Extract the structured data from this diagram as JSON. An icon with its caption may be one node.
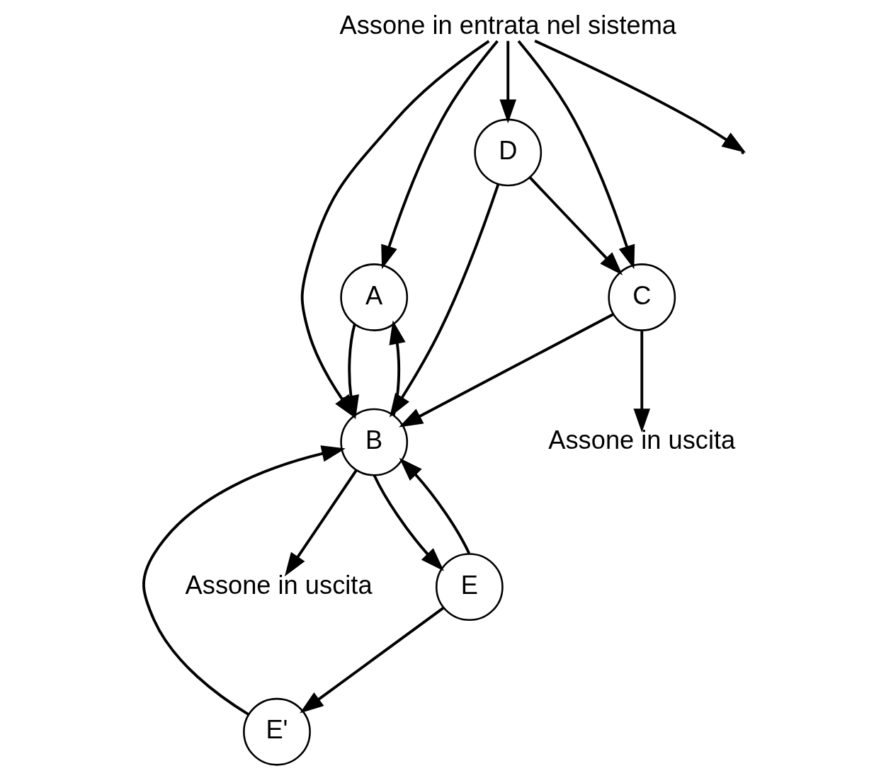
{
  "diagram": {
    "nodes": [
      {
        "text": [
          "Assone in entrata nel sistema"
        ]
      },
      {
        "text": [
          "A"
        ]
      },
      {
        "text": [
          "B"
        ]
      },
      {
        "text": [
          "E"
        ]
      },
      {
        "text": [
          "E'"
        ]
      },
      {
        "text": [
          "C"
        ]
      },
      {
        "text": [
          "D"
        ]
      },
      {
        "text": [
          "Assone in uscita"
        ]
      },
      {
        "text": [
          "Assone in uscita"
        ]
      }
    ],
    "edges": [
      {
        "from": 0,
        "to": null,
        "arrow": "to"
      },
      {
        "from": 0,
        "to": 1,
        "arrow": "to"
      },
      {
        "from": 0,
        "to": 2,
        "arrow": "to"
      },
      {
        "from": 0,
        "to": 5,
        "arrow": "to"
      },
      {
        "from": 0,
        "to": 6,
        "arrow": "to"
      },
      {
        "from": 1,
        "to": 2,
        "arrow": "to"
      },
      {
        "from": 2,
        "to": 1,
        "arrow": "to"
      },
      {
        "from": 2,
        "to": 3,
        "arrow": "to"
      },
      {
        "from": 3,
        "to": 4,
        "arrow": "to"
      },
      {
        "from": 3,
        "to": 2,
        "arrow": "to"
      },
      {
        "from": 4,
        "to": 2,
        "arrow": "to"
      },
      {
        "from": 5,
        "to": 2,
        "arrow": "to"
      },
      {
        "from": 6,
        "to": 2,
        "arrow": "to"
      },
      {
        "from": 6,
        "to": 5,
        "arrow": "to"
      },
      {
        "from": 2,
        "to": 7,
        "arrow": "to"
      },
      {
        "from": 5,
        "to": 8,
        "arrow": "to"
      }
    ]
  }
}
